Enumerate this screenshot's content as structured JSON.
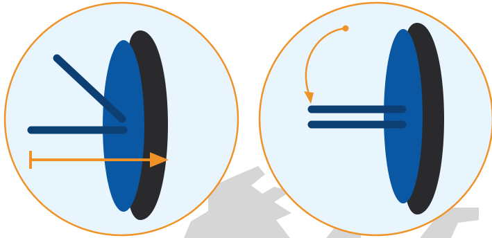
{
  "colors": {
    "background": "#ffffff",
    "circle_fill": "#e8f5fd",
    "circle_stroke": "#ef9227",
    "disc_blue": "#0a57a3",
    "disc_dark": "#2a2a2c",
    "rod_blue": "#0d3f73",
    "arrow_orange": "#ef9227",
    "watermark": "#d6d6d6"
  },
  "panels": [
    {
      "name": "left-panel",
      "elements": [
        "angled-rod",
        "horizontal-rod",
        "disc-back",
        "disc-front",
        "push-arrow"
      ]
    },
    {
      "name": "right-panel",
      "elements": [
        "upper-rod",
        "lower-rod",
        "disc-back",
        "disc-front",
        "curved-arrow"
      ]
    }
  ],
  "icons": {
    "push_arrow": "arrow-right-icon",
    "rotate_arrow": "curved-arrow-icon",
    "watermark": "wolf-head-watermark"
  }
}
